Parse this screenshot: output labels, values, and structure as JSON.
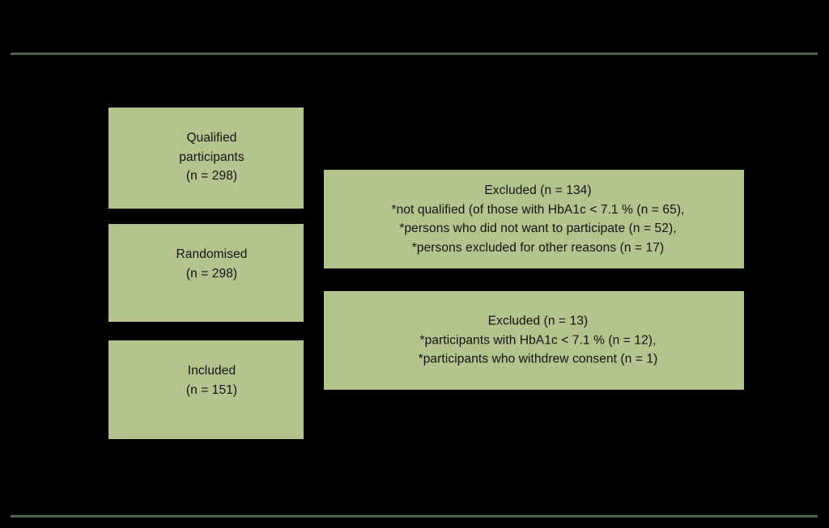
{
  "page": {
    "background_color": "#000000",
    "rule_color": "#4a6150",
    "box_fill_color": "#b4c48d",
    "box_text_color": "#111111"
  },
  "flow": {
    "qualified": {
      "lines": [
        "Qualified",
        "participants",
        "(n = 298)"
      ]
    },
    "randomised": {
      "lines": [
        "Randomised",
        "(n = 298)"
      ]
    },
    "included": {
      "lines": [
        "Included",
        "(n = 151)"
      ]
    },
    "excluded_1": {
      "lines": [
        "Excluded (n = 134)",
        "*not qualified (of those with HbA1c < 7.1 % (n = 65),",
        "*persons who did not want to participate (n = 52),",
        "*persons excluded for other reasons (n = 17)"
      ]
    },
    "excluded_2": {
      "lines": [
        "Excluded (n = 13)",
        "*participants with HbA1c < 7.1 % (n = 12),",
        "*participants who withdrew consent (n = 1)"
      ]
    }
  }
}
